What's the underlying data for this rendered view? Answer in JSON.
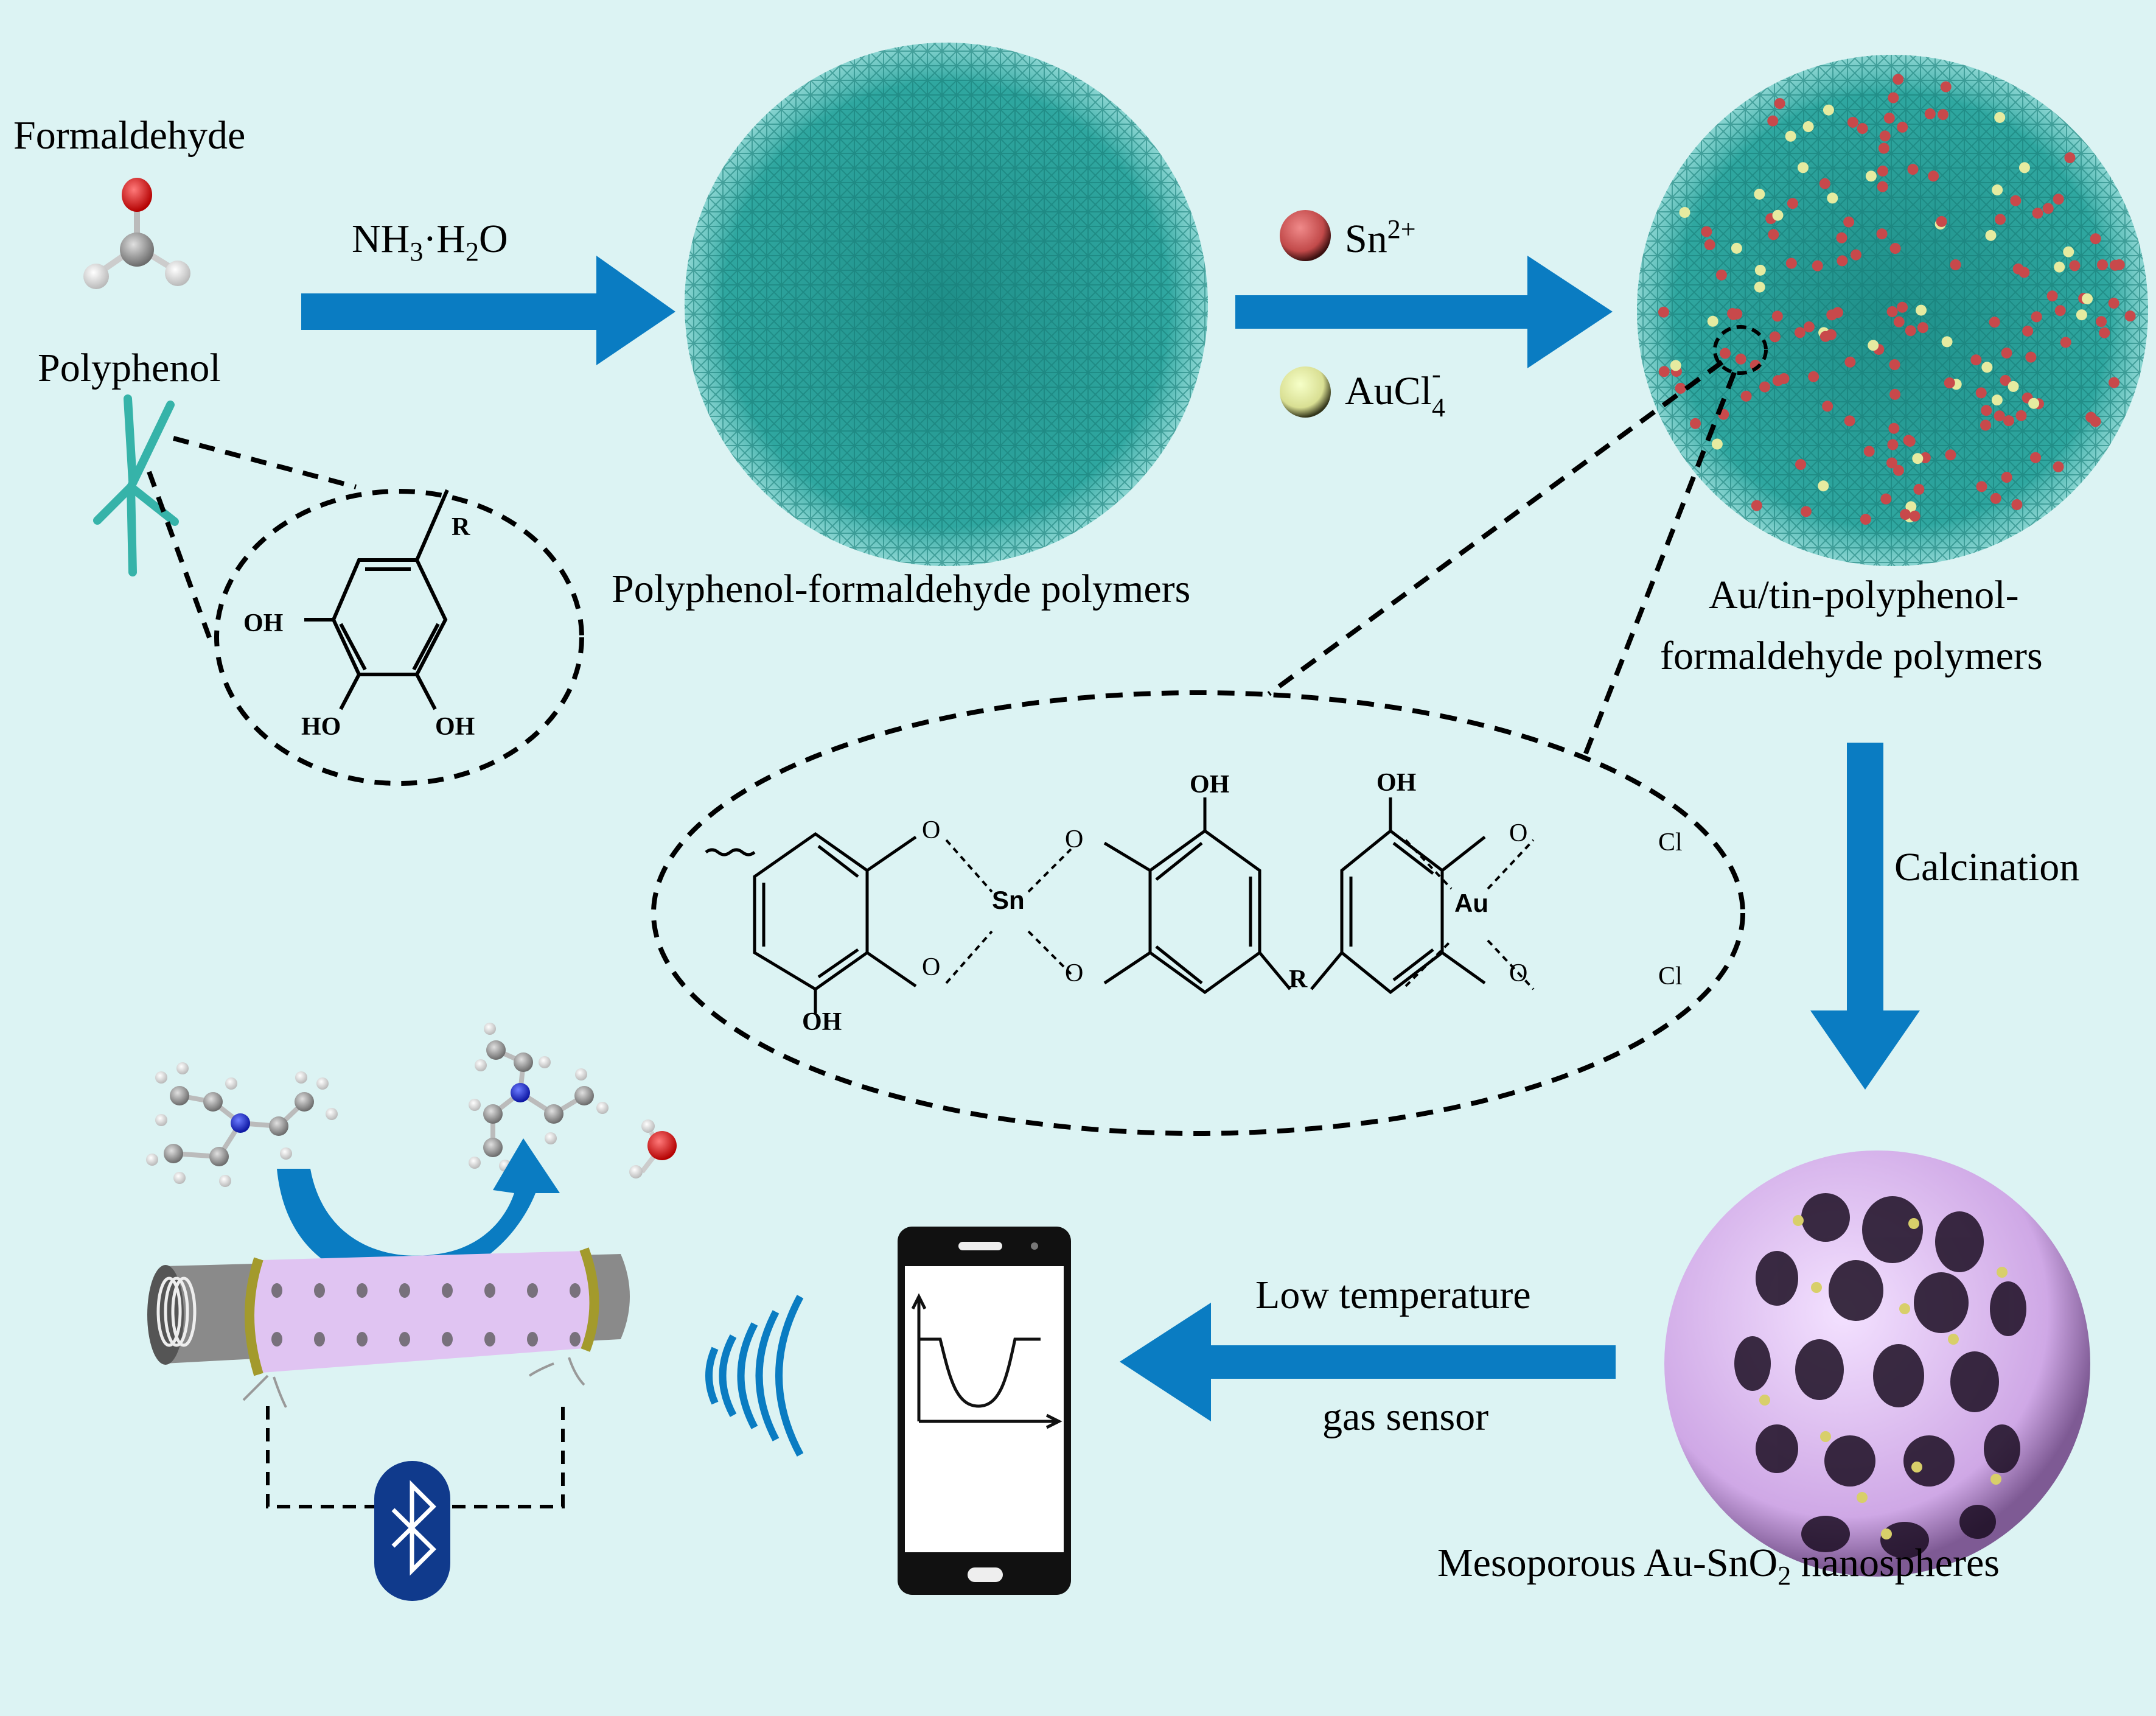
{
  "colors": {
    "background": "#dcf3f3",
    "arrow": "#0a7cc2",
    "polymer": "#2fa7a0",
    "sn_ion": "#c8494b",
    "au_ion": "#e6eba0",
    "nanosphere": "#dcb8f0",
    "bluetooth": "#103a8c",
    "oxygen": "#e02020",
    "nitrogen": "#1a2ad0",
    "carbon": "#9a9a9a",
    "hydrogen": "#f2f2f2"
  },
  "reactants": {
    "formaldehyde_label": "Formaldehyde",
    "polyphenol_label": "Polyphenol"
  },
  "step1": {
    "reagent_main": "NH",
    "reagent_sub1": "3",
    "reagent_dot": "·H",
    "reagent_sub2": "2",
    "reagent_end": "O"
  },
  "polyphenol_structure": {
    "r_group": "R",
    "oh_left": "OH",
    "ho_bottom_left": "HO",
    "oh_bottom_right": "OH"
  },
  "polymer1_label": "Polyphenol-formaldehyde polymers",
  "step2": {
    "ion1": "Sn",
    "ion1_charge": "2+",
    "ion2": "AuCl",
    "ion2_sub": "4",
    "ion2_charge": "-"
  },
  "polymer2_label_line1": "Au/tin-polyphenol-",
  "polymer2_label_line2": "formaldehyde polymers",
  "complex_structure": {
    "sn": "Sn",
    "au": "Au",
    "o": "O",
    "oh": "OH",
    "cl": "Cl",
    "r": "R"
  },
  "step3_label": "Calcination",
  "product_label_pre": "Mesoporous Au-SnO",
  "product_label_sub": "2",
  "product_label_post": " nanospheres",
  "step4_line1": "Low temperature",
  "step4_line2": "gas sensor",
  "icons": [
    "formaldehyde-molecule-icon",
    "polyphenol-icon",
    "sn-ion-icon",
    "au-ion-icon",
    "triethylamine-molecule-icon",
    "diethylvinylamine-molecule-icon",
    "water-molecule-icon",
    "gas-sensor-icon",
    "wireless-signal-icon",
    "bluetooth-icon",
    "smartphone-icon",
    "response-curve-icon"
  ]
}
